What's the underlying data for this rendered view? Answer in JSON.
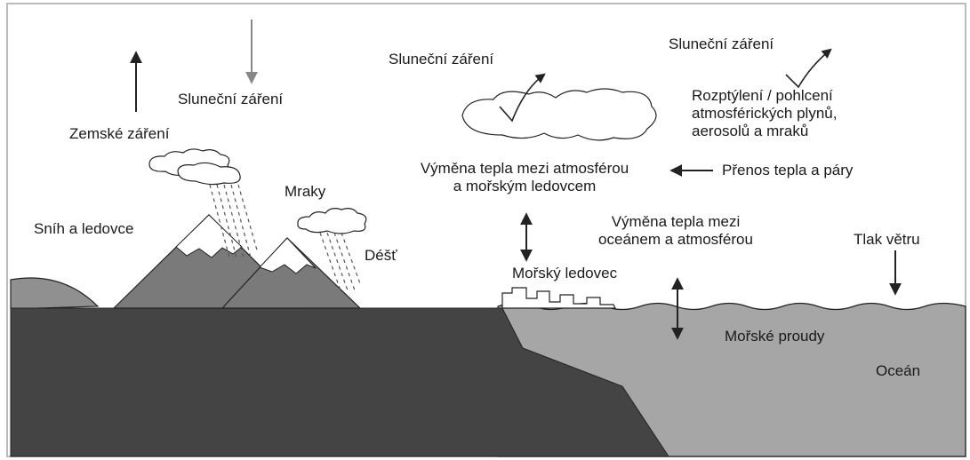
{
  "labels": {
    "sun_radiation_top": "Sluneční záření",
    "earth_radiation": "Zemské záření",
    "sun_radiation_cloud": "Sluneční záření",
    "sun_radiation_right": "Sluneční záření",
    "scattering": "Rozptýlení / pohlcení\natmosférických plynů,\naerosolů a mraků",
    "heat_exchange_ice": "Výměna tepla mezi atmosférou\na mořským ledovcem",
    "heat_vapor_transfer": "Přenos tepla a páry",
    "clouds": "Mraky",
    "snow_ice": "Sníh a ledovce",
    "rain": "Déšť",
    "heat_exchange_ocean": "Výměna tepla mezi\noceánem a atmosférou",
    "wind_pressure": "Tlak větru",
    "sea_ice": "Mořský ledovec",
    "currents": "Mořské proudy",
    "ocean": "Oceán"
  },
  "colors": {
    "background": "#ffffff",
    "land": "#444444",
    "ocean": "#a6a6a6",
    "mountain": "#7a7a7a",
    "snow": "#ffffff",
    "hill": "#909090",
    "line": "#222222",
    "gray_arrow": "#888888"
  }
}
